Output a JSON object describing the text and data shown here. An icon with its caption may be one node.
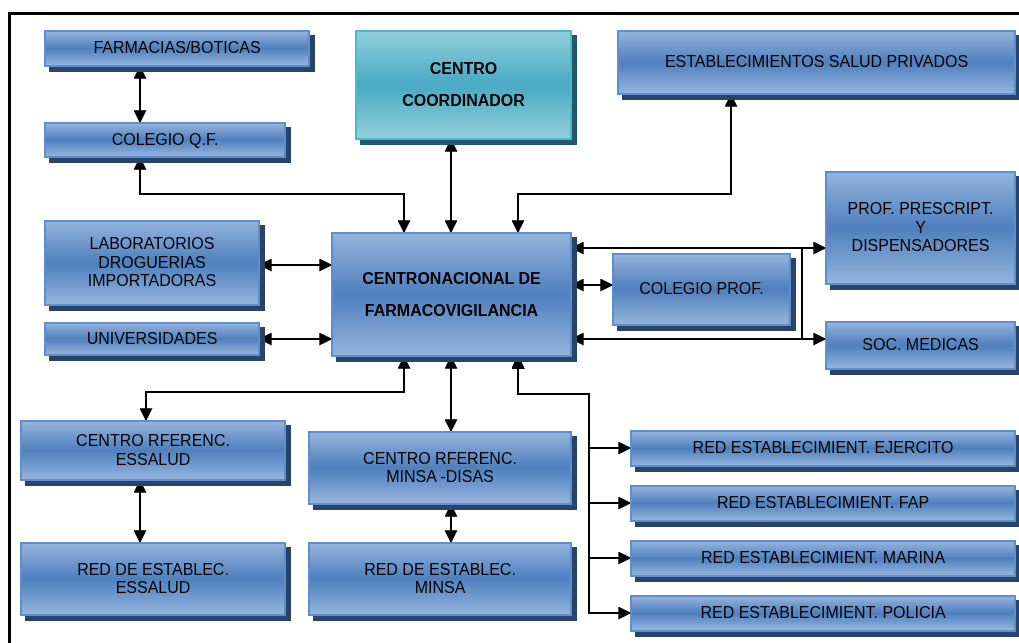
{
  "diagram": {
    "nodes": [
      {
        "text": [
          "FARMACIAS/BOTICAS"
        ]
      },
      {
        "text": [
          "CENTRO COORDINADOR"
        ]
      },
      {
        "text": [
          "ESTABLECIMIENTOS SALUD PRIVADOS"
        ]
      },
      {
        "text": [
          "COLEGIO Q.F."
        ]
      },
      {
        "text": [
          "LABORATORIOS DROGUERIAS IMPORTADORAS"
        ]
      },
      {
        "text": [
          "CENTRONACIONAL DE FARMACOVIGILANCIA"
        ]
      },
      {
        "text": [
          "COLEGIO PROF."
        ]
      },
      {
        "text": [
          "PROF. PRESCRIPT. Y DISPENSADORES"
        ]
      },
      {
        "text": [
          "UNIVERSIDADES"
        ]
      },
      {
        "text": [
          "SOC. MEDICAS"
        ]
      },
      {
        "text": [
          "CENTRO RFERENC. ESSALUD"
        ]
      },
      {
        "text": [
          "CENTRO RFERENC. MINSA -DISAS"
        ]
      },
      {
        "text": [
          "RED ESTABLECIMIENT. EJERCITO"
        ]
      },
      {
        "text": [
          "RED ESTABLECIMIENT. FAP"
        ]
      },
      {
        "text": [
          "RED ESTABLECIMIENT. MARINA"
        ]
      },
      {
        "text": [
          "RED ESTABLECIMIENT. POLICIA"
        ]
      },
      {
        "text": [
          "RED DE ESTABLEC. ESSALUD"
        ]
      },
      {
        "text": [
          "RED DE ESTABLEC. MINSA"
        ]
      }
    ],
    "edges": [
      {
        "from": 0,
        "to": 3,
        "arrow": "both"
      },
      {
        "from": 5,
        "to": 3,
        "arrow": "both"
      },
      {
        "from": 1,
        "to": 5,
        "arrow": "both"
      },
      {
        "from": 5,
        "to": 2,
        "arrow": "both"
      },
      {
        "from": 4,
        "to": 5,
        "arrow": "both"
      },
      {
        "from": 5,
        "to": 7,
        "arrow": "both"
      },
      {
        "from": 5,
        "to": 6,
        "arrow": "both"
      },
      {
        "from": 5,
        "to": 9,
        "arrow": "both"
      },
      {
        "from": 8,
        "to": 5,
        "arrow": "both"
      },
      {
        "from": 5,
        "to": 10,
        "arrow": "both"
      },
      {
        "from": 5,
        "to": 11,
        "arrow": "both"
      },
      {
        "from": 5,
        "to": 12,
        "arrow": "both"
      },
      {
        "from": 5,
        "to": 13,
        "arrow": "both"
      },
      {
        "from": 5,
        "to": 14,
        "arrow": "both"
      },
      {
        "from": 5,
        "to": 15,
        "arrow": "both"
      },
      {
        "from": 10,
        "to": 16,
        "arrow": "both"
      },
      {
        "from": 11,
        "to": 17,
        "arrow": "both"
      }
    ]
  }
}
